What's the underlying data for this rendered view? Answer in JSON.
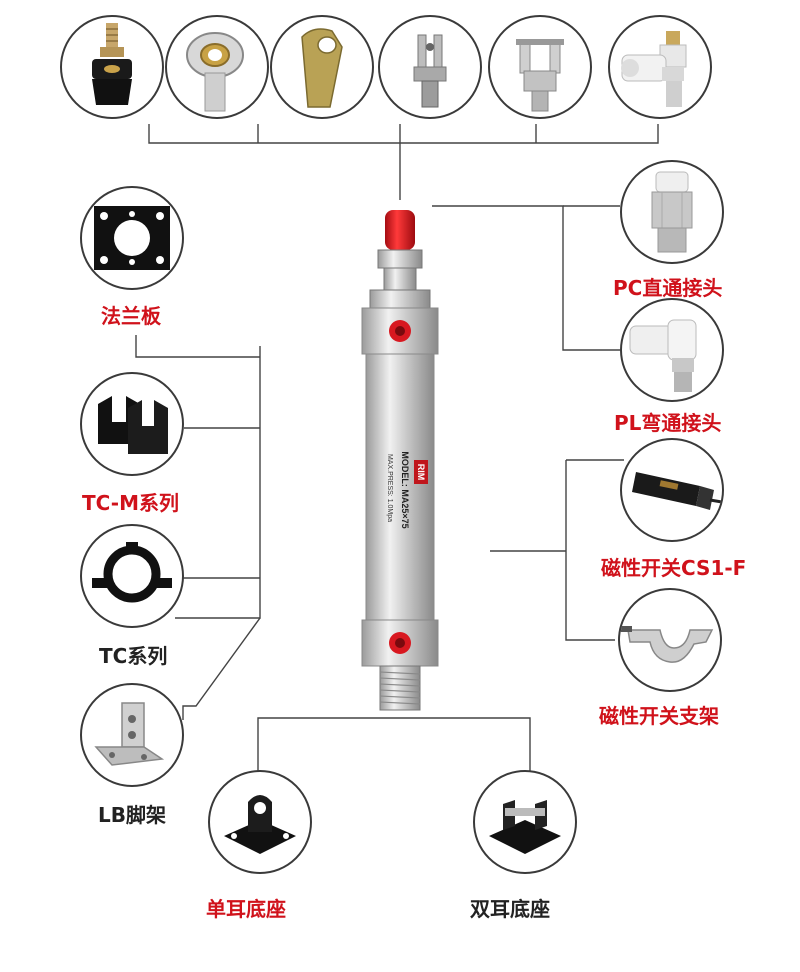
{
  "colors": {
    "accent_red": "#d0121b",
    "text_dark": "#222222",
    "line": "#444444"
  },
  "labels": {
    "flange": "法兰板",
    "tcm": "TC-M系列",
    "tc": "TC系列",
    "lb": "LB脚架",
    "pc": "PC直通接头",
    "pl": "PL弯通接头",
    "cs1f": "磁性开关CS1-F",
    "switch_bracket": "磁性开关支架",
    "single_ear": "单耳底座",
    "double_ear": "双耳底座"
  },
  "cylinder": {
    "brand": "RIM",
    "model": "MODEL: MA25×75",
    "pressure": "MAX.PRESS: 1.0Mpa"
  }
}
